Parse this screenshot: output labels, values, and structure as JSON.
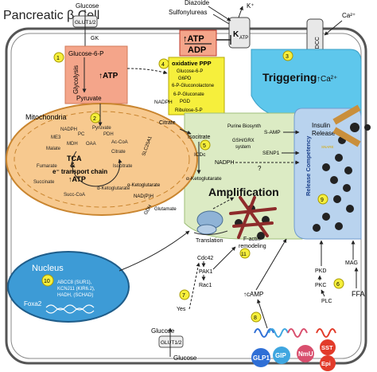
{
  "title": "Pancreatic β Cell",
  "colors": {
    "cell_border": "#555555",
    "cytoplasm": "#ffffff",
    "glycolysis": "#f4a58a",
    "mito_fill": "#f7c98f",
    "mito_outline": "#c9852f",
    "ppp": "#f6ef3c",
    "triggering": "#5ec7ec",
    "amplification": "#dcebc4",
    "release": "#b9d3ee",
    "nucleus": "#3d9bd6",
    "actin": "#8e2b2b",
    "granule": "#222222",
    "glp1": "#2f6fd6",
    "gip": "#3fa6e0",
    "nmu": "#d94f6e",
    "sst": "#e23b2a",
    "epi": "#e23b2a"
  },
  "top": {
    "glucose": "Glucose",
    "glut": "GLUT1/2",
    "gk": "GK",
    "diazoxide": "Diazoide",
    "sulfonylureas": "Sulfonylureas",
    "k_ion": "K⁺",
    "katp": "K",
    "katp_sub": "ATP",
    "vdcc": "VDCC",
    "ca_ion": "Ca²⁺"
  },
  "atp_ratio": {
    "num": "↑ATP",
    "den": "ADP"
  },
  "glycolysis": {
    "badge": "1",
    "g6p": "Glucose-6-P",
    "label": "Glycolysis",
    "atp": "↑ATP",
    "pyruvate": "Pyruvate"
  },
  "ppp": {
    "badge": "4",
    "title": "oxidative PPP",
    "lines": [
      "Glucose-6-P",
      "G6PD",
      "6-P-Gluconolactone",
      "6-P-Gluconate",
      "PGD",
      "Ribulose-5-P"
    ],
    "nadph": "NADPH"
  },
  "triggering": {
    "badge": "3",
    "label": "Triggering",
    "ca": "↑Ca²⁺"
  },
  "mito": {
    "badge": "2",
    "label": "Mitochondria",
    "items": [
      "NADPH",
      "Pyruvate",
      "ME3",
      "PC",
      "PDH",
      "MDH",
      "OAA",
      "Ac-CoA",
      "Malate",
      "Citrate",
      "Fumarate",
      "Isocitrate",
      "Succinate",
      "α-Ketoglutarate",
      "Succ-CoA",
      "TCA",
      "&",
      "e⁻ transport chain",
      "↑ATP",
      "SLC25A1",
      "NAD(P)H",
      "GDH",
      "Glutamate",
      "α-Ketoglutarate"
    ]
  },
  "center": {
    "citrate": "Citrate",
    "isocitrate": "Isocitrate",
    "icdc": "ICDc",
    "nadph": "NADPH",
    "aketo": "α-Ketoglutarate",
    "purine": "Purine Biosynth",
    "samp": "S-AMP",
    "gsh": "GSH/GRX",
    "system": "system",
    "senp1": "SENP1",
    "q": "?",
    "badge5": "5"
  },
  "amplification": {
    "label": "Amplification"
  },
  "release": {
    "label1": "Insulin",
    "label2": "Release",
    "competency": "Release Competency",
    "badge": "9",
    "snare": "SNARE"
  },
  "lower": {
    "translation": "Translation",
    "factin": "F-actin",
    "remodeling": "remodeling",
    "badge11": "11",
    "cdc42": "Cdc42",
    "pak1": "PAK1",
    "rac1": "Rac1",
    "yes": "Yes",
    "badge7": "7",
    "camp": "↑cAMP",
    "badge8": "8",
    "pkd": "PKD",
    "pkc": "PKC",
    "plc": "PLC",
    "badge6": "6",
    "mag": "MAG",
    "ffa": "FFA"
  },
  "nucleus": {
    "label": "Nucleus",
    "badge": "10",
    "genes": [
      "ABCC8 (SUR1),",
      "KCNJ11 (KIR6.2),",
      "HADH, (SCHAD)"
    ],
    "foxa2": "Foxa2"
  },
  "bottom": {
    "glucose_in": "Glucose",
    "glut": "GLUT1/2",
    "glucose_out": "Glucose",
    "receptors": [
      "GLP1",
      "GIP",
      "NmU",
      "SST",
      "Epi"
    ]
  }
}
